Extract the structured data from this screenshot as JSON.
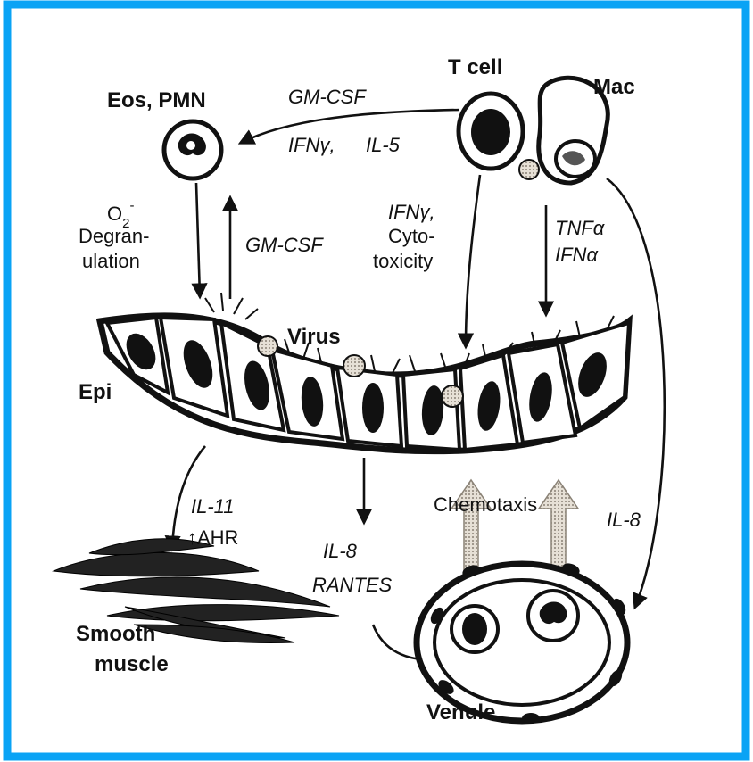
{
  "colors": {
    "border": "#0aa3f5",
    "ink": "#111111",
    "background": "#ffffff",
    "chemotaxis_arrow": "#c9c2b4"
  },
  "labels": {
    "eos_pmn": "Eos, PMN",
    "t_cell": "T cell",
    "mac": "Mac",
    "gm_csf_top": "GM-CSF",
    "ifn_il5_a": "IFNγ,",
    "ifn_il5_b": "IL-5",
    "o2_base": "O",
    "o2_sub": "2",
    "o2_sup": "-",
    "degran_1": "Degran-",
    "degran_2": "ulation",
    "gm_csf_mid": "GM-CSF",
    "ifn_cyto_1": "IFNγ,",
    "ifn_cyto_2": "Cyto-",
    "ifn_cyto_3": "toxicity",
    "tnf": "TNFα",
    "ifna": "IFNα",
    "virus": "Virus",
    "epi": "Epi",
    "il11": "IL-11",
    "ahr": "↑AHR",
    "il8_mid": "IL-8",
    "rantes": "RANTES",
    "chemotaxis": "Chemotaxis",
    "il8_right": "IL-8",
    "smooth_1": "Smooth",
    "smooth_2": "muscle",
    "venule": "Venule"
  }
}
